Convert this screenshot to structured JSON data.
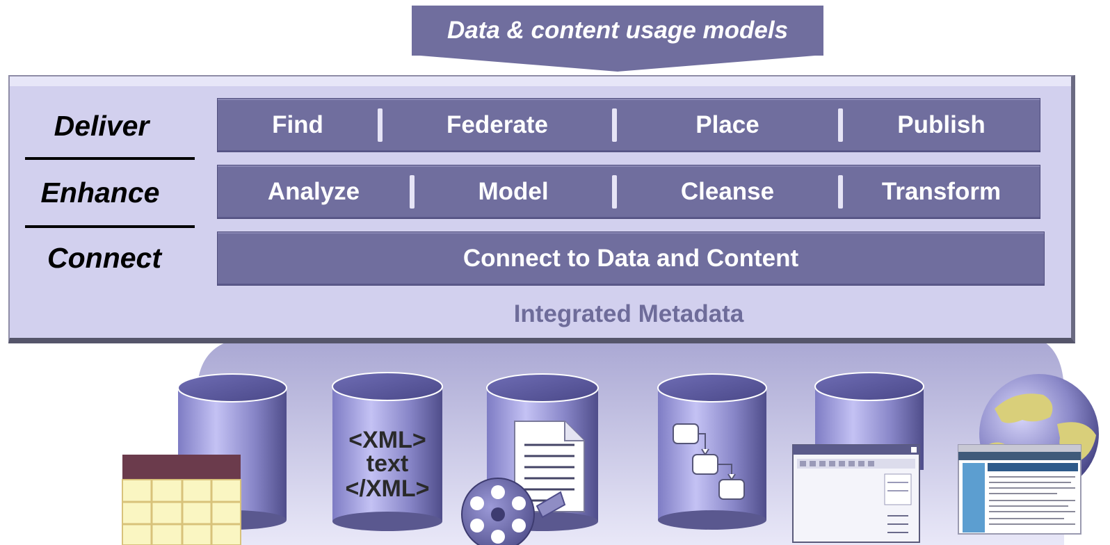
{
  "banner": {
    "title": "Data & content usage models"
  },
  "layers": {
    "deliver": {
      "label": "Deliver",
      "items": [
        "Find",
        "Federate",
        "Place",
        "Publish"
      ]
    },
    "enhance": {
      "label": "Enhance",
      "items": [
        "Analyze",
        "Model",
        "Cleanse",
        "Transform"
      ]
    },
    "connect": {
      "label": "Connect",
      "bar": "Connect to Data and Content"
    }
  },
  "metadata_label": "Integrated Metadata",
  "sources": [
    {
      "icon": "table-database-icon"
    },
    {
      "icon": "xml-database-icon",
      "text_lines": [
        "<XML>",
        "text",
        "</XML>"
      ]
    },
    {
      "icon": "document-media-database-icon"
    },
    {
      "icon": "workflow-database-icon"
    },
    {
      "icon": "application-database-icon"
    },
    {
      "icon": "web-globe-icon"
    }
  ],
  "colors": {
    "accent": "#706e9e",
    "panel": "#d2d0ee",
    "cloud": "#b8b6dc",
    "table_header": "#6b3b4c",
    "table_cell": "#faf6c2",
    "text_on_accent": "#ffffff"
  }
}
